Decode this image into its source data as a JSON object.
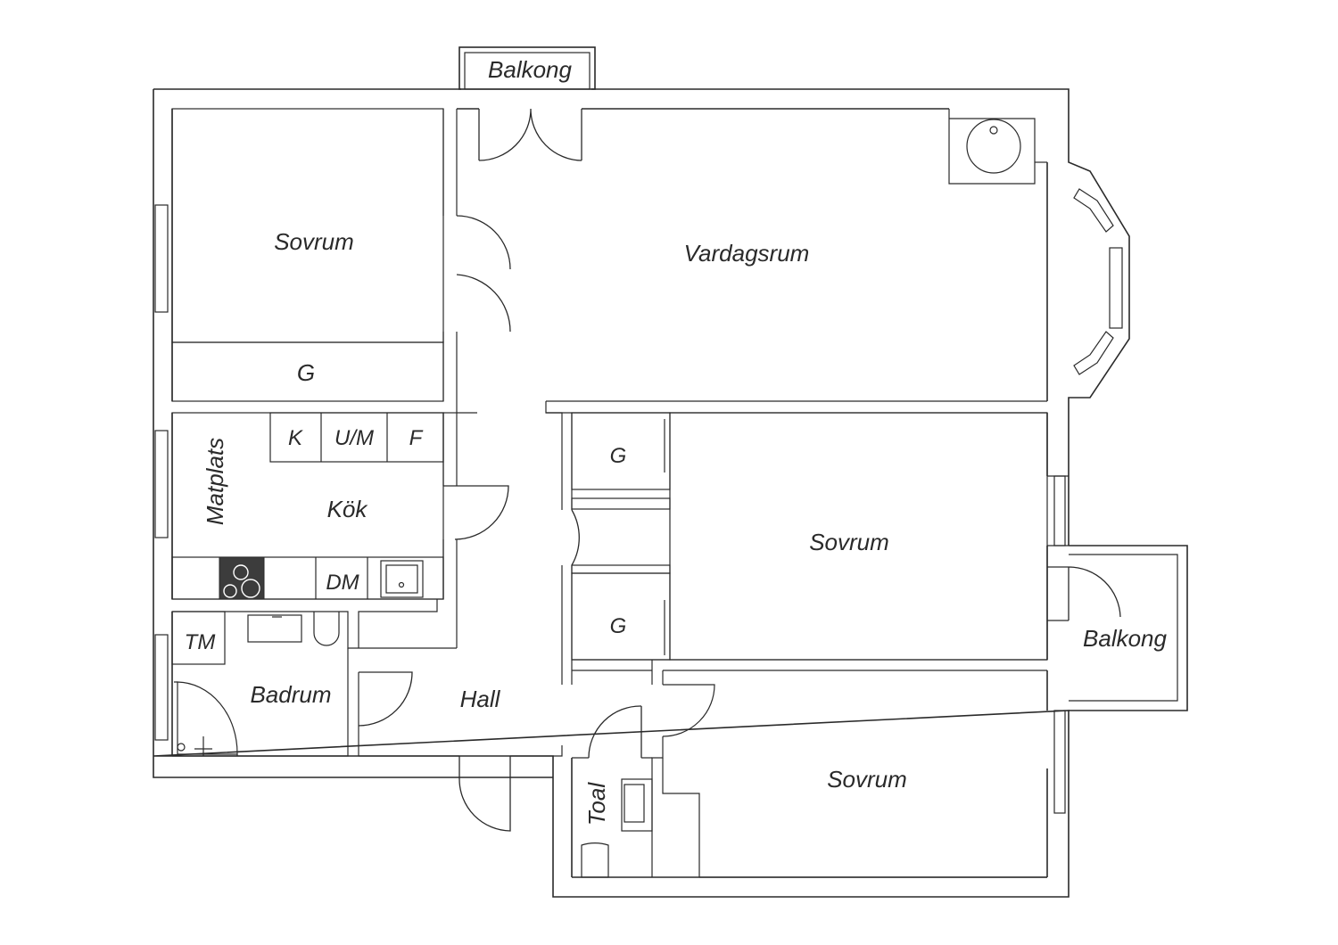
{
  "rooms": {
    "balcony_top": "Balkong",
    "bedroom_nw": "Sovrum",
    "living": "Vardagsrum",
    "wardrobe_nw": "G",
    "fridge": "K",
    "freezer_micro": "U/M",
    "freezer": "F",
    "dining": "Matplats",
    "kitchen": "Kök",
    "dishwasher": "DM",
    "wardrobe_e1": "G",
    "bedroom_e": "Sovrum",
    "wardrobe_e2": "G",
    "balcony_east": "Balkong",
    "dryer": "TM",
    "bathroom": "Badrum",
    "hall": "Hall",
    "toilet": "Toal",
    "bedroom_se": "Sovrum"
  },
  "colors": {
    "line": "#2a2a2a",
    "stove": "#3c3c3c",
    "background": "#ffffff"
  }
}
